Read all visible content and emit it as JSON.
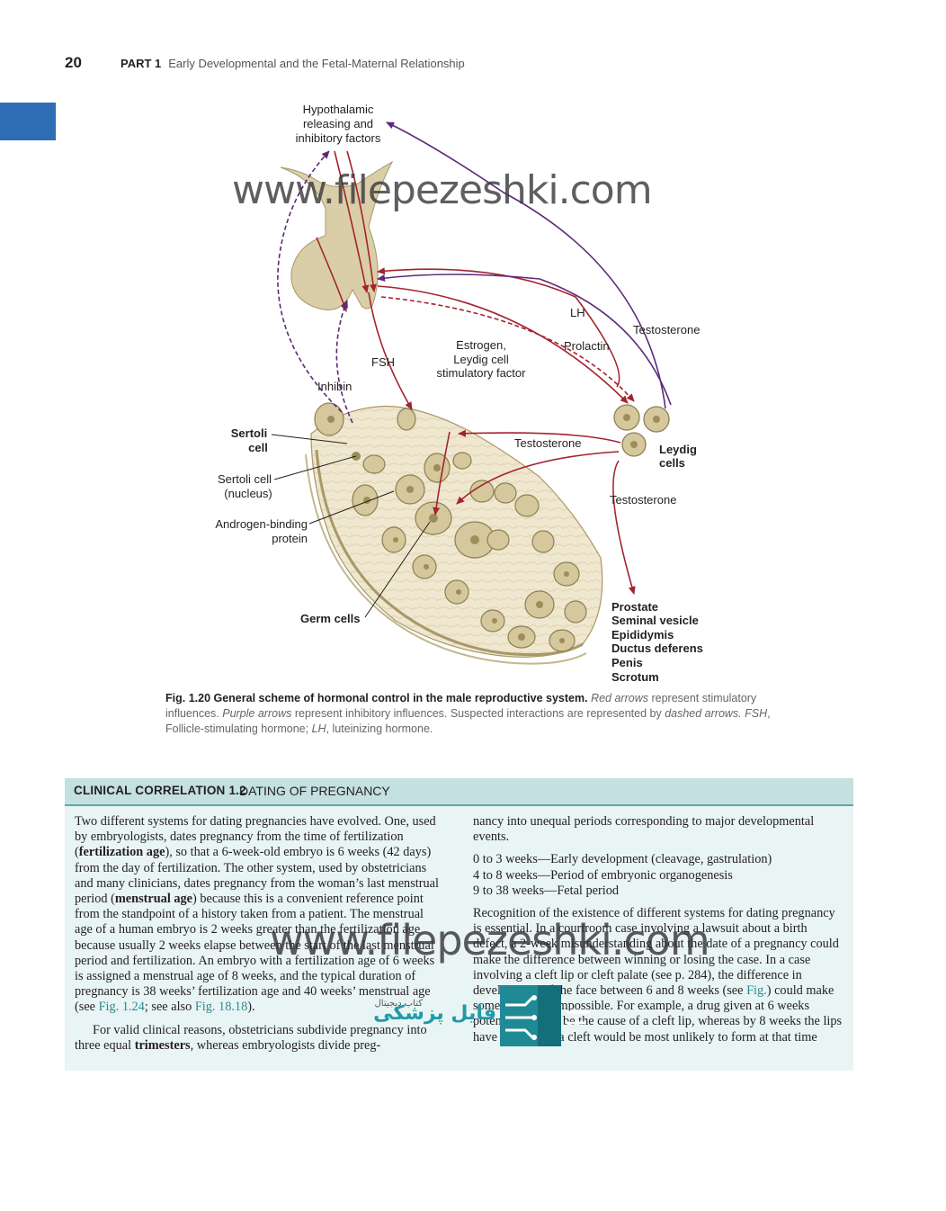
{
  "header": {
    "page_number": "20",
    "part_label": "PART 1",
    "part_title": "Early Developmental and the Fetal-Maternal Relationship"
  },
  "figure": {
    "labels": {
      "hypothalamic_1": "Hypothalamic",
      "hypothalamic_2": "releasing and",
      "hypothalamic_3": "inhibitory factors",
      "lh": "LH",
      "testosterone_top": "Testosterone",
      "prolactin": "Prolactin",
      "estrogen_1": "Estrogen,",
      "estrogen_2": "Leydig cell",
      "estrogen_3": "stimulatory factor",
      "fsh": "FSH",
      "inhibin": "Inhibin",
      "sertoli_1": "Sertoli",
      "sertoli_2": "cell",
      "sertoli_nucleus_1": "Sertoli cell",
      "sertoli_nucleus_2": "(nucleus)",
      "abp_1": "Androgen-binding",
      "abp_2": "protein",
      "testosterone_mid": "Testosterone",
      "leydig_1": "Leydig",
      "leydig_2": "cells",
      "testosterone_low": "Testosterone",
      "germ_cells": "Germ cells",
      "targets": [
        "Prostate",
        "Seminal vesicle",
        "Epididymis",
        "Ductus deferens",
        "Penis",
        "Scrotum"
      ]
    },
    "colors": {
      "stimulatory": "#a3232f",
      "inhibitory": "#5b2a7a",
      "tissue": "#ece3c9",
      "cell_fill": "#d2c69a"
    },
    "caption": {
      "head": "Fig. 1.20 General scheme of hormonal control in the male reproductive system.",
      "red_arrows": "Red arrows",
      "t1": " represent stimulatory influences. ",
      "purple_arrows": "Purple arrows",
      "t2": " represent inhibitory influences. Suspected interactions are represented by ",
      "dashed_arrows": "dashed arrows.",
      "t3": " ",
      "fsh_abbr": "FSH",
      "t4": ", Follicle-stimulating hormone; ",
      "lh_abbr": "LH",
      "t5": ", luteinizing hormone."
    }
  },
  "clinical": {
    "title_id": "CLINICAL CORRELATION 1.2",
    "title": "DATING OF PREGNANCY",
    "col1": {
      "p1_a": "Two different systems for dating pregnancies have evolved. One, used by embryologists, dates pregnancy from the time of fertilization (",
      "p1_b": "fertilization age",
      "p1_c": "), so that a 6-week-old embryo is 6 weeks (42 days) from the day of fertilization. The other system, used by obstetricians and many clinicians, dates pregnancy from the woman’s last menstrual period (",
      "p1_d": "menstrual age",
      "p1_e": ") because this is a convenient reference point from the standpoint of a history taken from a patient. The menstrual age of a human embryo is 2 weeks greater than the fertilization age because usually 2 weeks elapse between the start of the last menstrual period and fertilization. An embryo with a fertilization age of 6 weeks is assigned a menstrual age of 8 weeks, and the typical duration of pregnancy is 38 weeks’ fertilization age and 40 weeks’ menstrual age (see ",
      "p1_f": "Fig. 1.24",
      "p1_g": "; see also ",
      "p1_h": "Fig. 18.18",
      "p1_i": ").",
      "p2_a": "For valid clinical reasons, obstetricians subdivide pregnancy into three equal ",
      "p2_b": "trimesters",
      "p2_c": ", whereas embryologists divide preg-"
    },
    "col2": {
      "p1": "nancy into unequal periods corresponding to major developmental events.",
      "list": [
        "0 to 3 weeks—Early development (cleavage, gastrulation)",
        "4 to 8 weeks—Period of embryonic organogenesis",
        "9 to 38 weeks—Fetal period"
      ],
      "p2_a": "Recognition of the existence of different systems for dating pregnancy is essential. In a courtroom case involving a lawsuit about a birth defect, a 2-week misunderstanding about the date of a pregnancy could make the difference between winning or losing the case. In a case involving a cleft lip or cleft palate (see p. 284), the difference in development of the face between 6 and 8 weeks (see ",
      "p2_b": "Fig.",
      "p2_c": ") could make some scenarios impossible. For example, a drug given at 6 weeks potentially could be the cause of a cleft lip, whereas by 8 weeks the lips have formed, so a cleft would be most unlikely to form at that time"
    }
  },
  "watermarks": {
    "url_1": "www.filepezeshki.com",
    "url_2": "www.filepezeshki.com",
    "logo_fa": "فایل پزشکی",
    "logo_fa_small": "کتاب دیجیتال"
  }
}
